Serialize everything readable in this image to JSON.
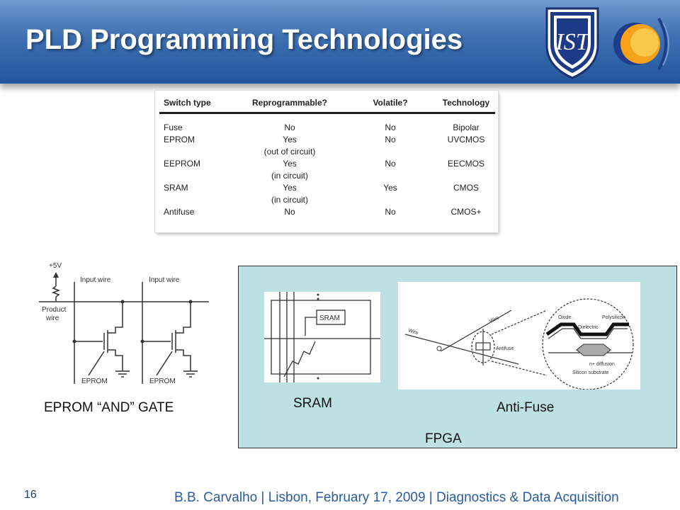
{
  "slide": {
    "title": "PLD Programming Technologies",
    "page_number": "16",
    "footer": "B.B. Carvalho | Lisbon, February 17, 2009 | Diagnostics & Data Acquisition"
  },
  "switch_table": {
    "headers": [
      "Switch type",
      "Reprogrammable?",
      "Volatile?",
      "Technology"
    ],
    "rows": [
      [
        "Fuse",
        "No",
        "No",
        "Bipolar"
      ],
      [
        "EPROM",
        "Yes",
        "No",
        "UVCMOS"
      ],
      [
        "",
        "(out of circuit)",
        "",
        ""
      ],
      [
        "EEPROM",
        "Yes",
        "No",
        "EECMOS"
      ],
      [
        "",
        "(in circuit)",
        "",
        ""
      ],
      [
        "SRAM",
        "Yes",
        "Yes",
        "CMOS"
      ],
      [
        "",
        "(in circuit)",
        "",
        ""
      ],
      [
        "Antifuse",
        "No",
        "No",
        "CMOS+"
      ]
    ]
  },
  "eprom_diagram": {
    "label": "EPROM “AND” GATE",
    "supply": "+5V",
    "product_wire": [
      "Product",
      "wire"
    ],
    "input_wire": "Input wire",
    "cell": "EPROM"
  },
  "fpga": {
    "label": "FPGA",
    "sram_label": "SRAM",
    "sram_box": "SRAM",
    "antifuse_label": "Anti-Fuse",
    "antifuse_diagram": {
      "wire": "Wire",
      "antifuse": "Antifuse",
      "oxide": "Oxide",
      "dielectric": "Dielectric",
      "polysilicon": "Polysilicon",
      "diffusion": "n+ diffusion",
      "substrate": "Silicon substrate"
    }
  }
}
